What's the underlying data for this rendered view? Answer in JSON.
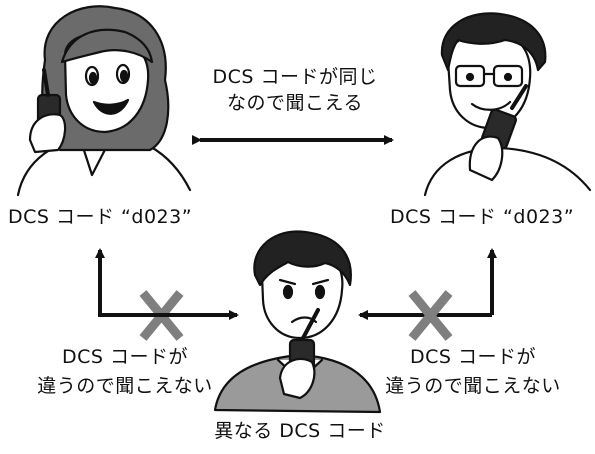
{
  "diagram": {
    "top_message_line1": "DCS コードが同じ",
    "top_message_line2": "なので聞こえる",
    "left_code_label": "DCS コード “d023”",
    "right_code_label": "DCS コード “d023”",
    "left_reject_line1": "DCS コードが",
    "left_reject_line2": "違うので聞こえない",
    "right_reject_line1": "DCS コードが",
    "right_reject_line2": "違うので聞こえない",
    "bottom_label": "異なる DCS コード"
  },
  "colors": {
    "line": "#111111",
    "cross": "#7f7f7f",
    "hair_woman": "#6b6b6b",
    "hair_dark": "#222222",
    "skin": "#ffffff",
    "shirt_gray": "#9a9a9a",
    "radio": "#2a2a2a"
  },
  "icons": [
    "woman-with-radio",
    "man-with-glasses-radio",
    "worried-boy-radio",
    "cross-icon",
    "arrow-icon"
  ]
}
